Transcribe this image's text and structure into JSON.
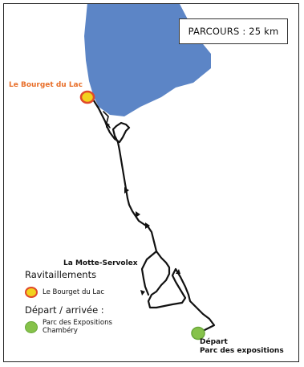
{
  "map": {
    "distance_label": "PARCOURS : 25 km",
    "places": {
      "start_town": "Le Bourget du Lac",
      "middle_town": "La Motte-Servolex",
      "end_line1": "Départ",
      "end_line2": "Parc des expositions"
    },
    "colors": {
      "lake": "#5c85c6",
      "route": "#111111",
      "refreshment_fill": "#f2d21e",
      "refreshment_ring": "#e04a2a",
      "start_fill": "#86c24a",
      "start_town_label": "#e86f2a"
    }
  },
  "legend": {
    "refreshments_title": "Ravitaillements",
    "refreshments_item": "Le Bourget du Lac",
    "start_finish_title": "Départ / arrivée :",
    "start_finish_line1": "Parc des Expositions",
    "start_finish_line2": "Chambéry"
  }
}
